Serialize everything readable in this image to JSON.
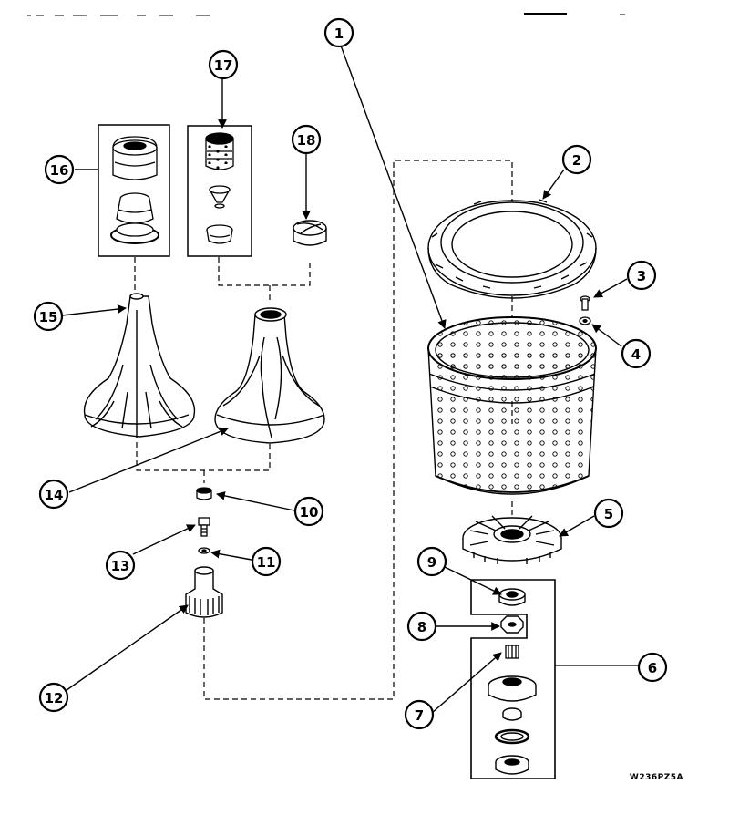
{
  "diagram": {
    "callouts": [
      "1",
      "2",
      "3",
      "4",
      "5",
      "6",
      "7",
      "8",
      "9",
      "10",
      "11",
      "12",
      "13",
      "14",
      "15",
      "16",
      "17",
      "18"
    ],
    "drawing_code": "W236PZ5A"
  }
}
